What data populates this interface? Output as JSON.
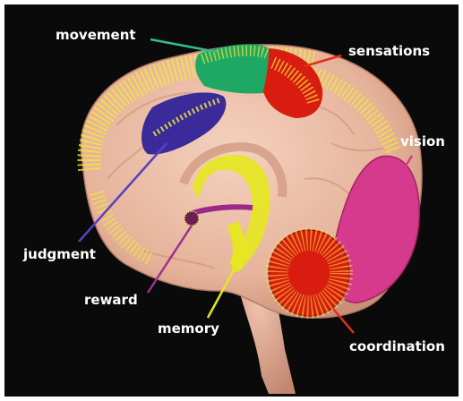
{
  "labels": {
    "movement": "movement",
    "sensations": "sensations",
    "vision": "vision",
    "judgment": "judgment",
    "reward": "reward",
    "memory": "memory",
    "coordination": "coordination"
  },
  "colors": {
    "background": "#0a0a0a",
    "brain": "#e8b49c",
    "movement": "#1fa864",
    "sensations": "#d81c10",
    "vision": "#d63a8c",
    "judgment": "#3a2a9a",
    "reward": "#9a2a8a",
    "memory": "#e6e622",
    "coordination": "#d81c10",
    "dots": "#f2ea3a"
  }
}
